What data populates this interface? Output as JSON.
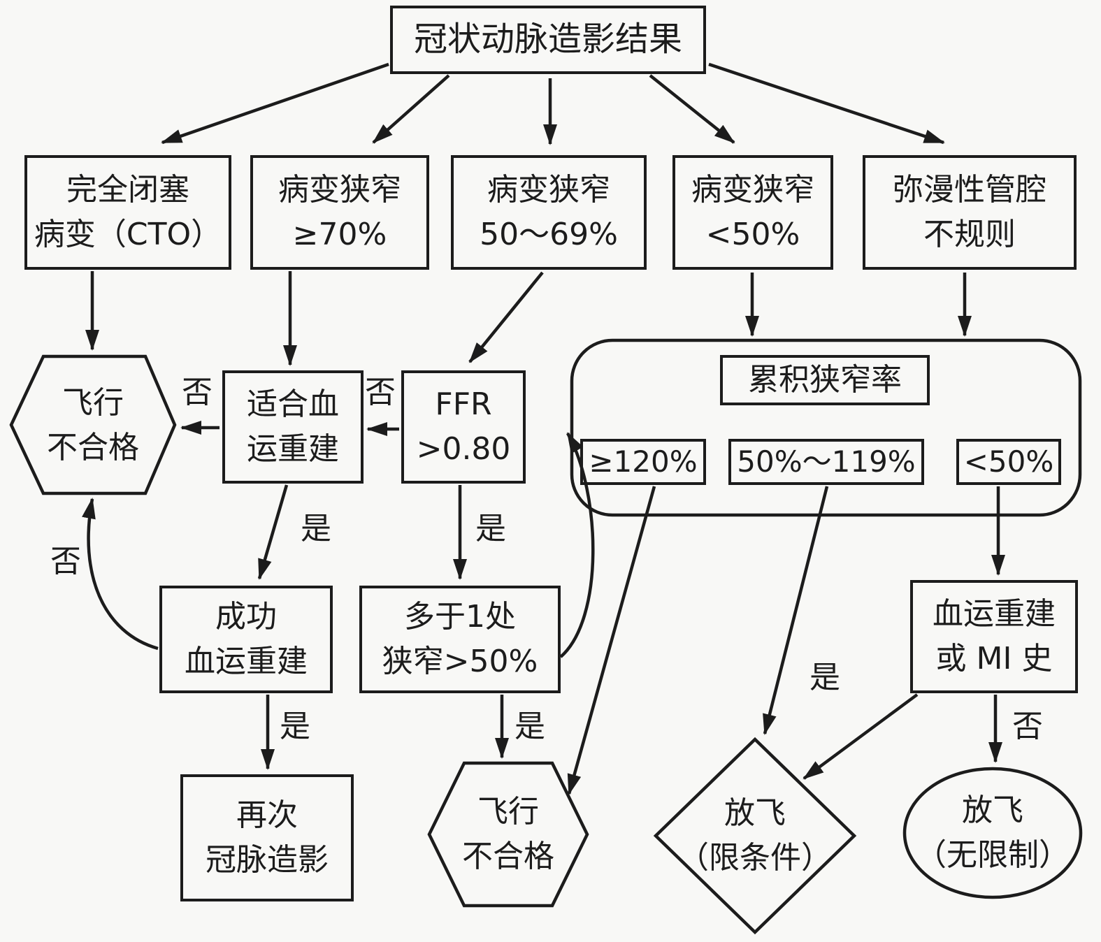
{
  "diagram": {
    "title": "冠状动脉造影结果",
    "nodes": {
      "cto": {
        "line1": "完全闭塞",
        "line2": "病变（CTO）"
      },
      "sten70": {
        "line1": "病变狭窄",
        "line2": "≥70%"
      },
      "sten5069": {
        "line1": "病变狭窄",
        "line2": "50～69%"
      },
      "sten50": {
        "line1": "病变狭窄",
        "line2": "<50%"
      },
      "diffuse": {
        "line1": "弥漫性管腔",
        "line2": "不规则"
      },
      "unfit_left": {
        "line1": "飞行",
        "line2": "不合格"
      },
      "suitable": {
        "line1": "适合血",
        "line2": "运重建"
      },
      "ffr": {
        "line1": "FFR",
        "line2": ">0.80"
      },
      "cumulative": {
        "title": "累积狭窄率",
        "ge120": "≥120%",
        "mid": "50%～119%",
        "lt50": "<50%"
      },
      "success": {
        "line1": "成功",
        "line2": "血运重建"
      },
      "multi": {
        "line1": "多于1处",
        "line2": "狭窄>50%"
      },
      "mi": {
        "line1": "血运重建",
        "line2": "或 MI 史"
      },
      "repeat": {
        "line1": "再次",
        "line2": "冠脉造影"
      },
      "unfit_bottom": {
        "line1": "飞行",
        "line2": "不合格"
      },
      "release_limited": {
        "line1": "放飞",
        "line2": "（限条件）"
      },
      "release_unlimited": {
        "line1": "放飞",
        "line2": "（无限制）"
      }
    },
    "labels": {
      "yes": "是",
      "no": "否"
    },
    "edges": [
      {
        "from": "title",
        "to": "cto"
      },
      {
        "from": "title",
        "to": "sten70"
      },
      {
        "from": "title",
        "to": "sten5069"
      },
      {
        "from": "title",
        "to": "sten50"
      },
      {
        "from": "title",
        "to": "diffuse"
      },
      {
        "from": "cto",
        "to": "unfit_left"
      },
      {
        "from": "sten70",
        "to": "suitable"
      },
      {
        "from": "sten5069",
        "to": "ffr"
      },
      {
        "from": "ffr",
        "to": "suitable",
        "label": "否"
      },
      {
        "from": "suitable",
        "to": "unfit_left",
        "label": "否"
      },
      {
        "from": "suitable",
        "to": "success",
        "label": "是"
      },
      {
        "from": "ffr",
        "to": "multi",
        "label": "是"
      },
      {
        "from": "success",
        "to": "repeat",
        "label": "是"
      },
      {
        "from": "success",
        "to": "unfit_left",
        "label": "否"
      },
      {
        "from": "multi",
        "to": "unfit_bottom",
        "label": "是"
      },
      {
        "from": "multi",
        "to": "cumulative"
      },
      {
        "from": "sten50",
        "to": "cumulative"
      },
      {
        "from": "diffuse",
        "to": "cumulative"
      },
      {
        "from": "cum_ge120",
        "to": "unfit_bottom"
      },
      {
        "from": "cum_mid",
        "to": "release_limited"
      },
      {
        "from": "cum_lt50",
        "to": "mi"
      },
      {
        "from": "mi",
        "to": "release_limited",
        "label": "是"
      },
      {
        "from": "mi",
        "to": "release_unlimited",
        "label": "否"
      }
    ],
    "colors": {
      "line": "#1c1c1c",
      "background": "#f8f8f6"
    }
  }
}
